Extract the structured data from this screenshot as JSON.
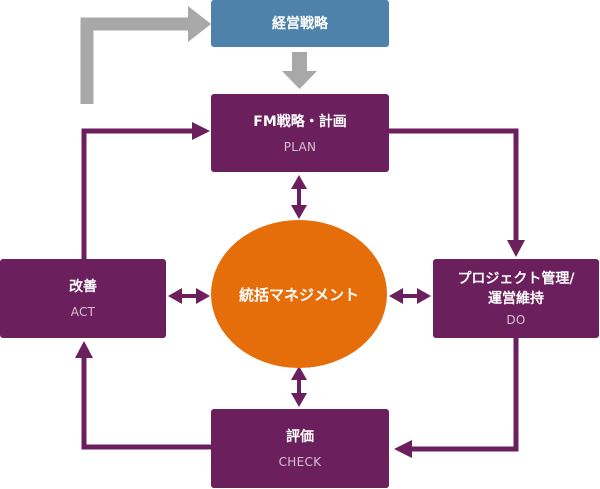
{
  "colors": {
    "strategy_box": "#4e82ab",
    "phase_box": "#6b1f5d",
    "connector": "#6b1f5d",
    "feed_arrow": "#a8a8a8",
    "center": "#e56d0a",
    "text": "#ffffff"
  },
  "strategy": {
    "label": "経営戦略"
  },
  "plan": {
    "label": "FM戦略・計画",
    "sub": "PLAN"
  },
  "do": {
    "label_line1": "プロジェクト管理/",
    "label_line2": "運営維持",
    "sub": "DO"
  },
  "check": {
    "label": "評価",
    "sub": "CHECK"
  },
  "act": {
    "label": "改善",
    "sub": "ACT"
  },
  "center": {
    "label": "統括マネジメント"
  }
}
